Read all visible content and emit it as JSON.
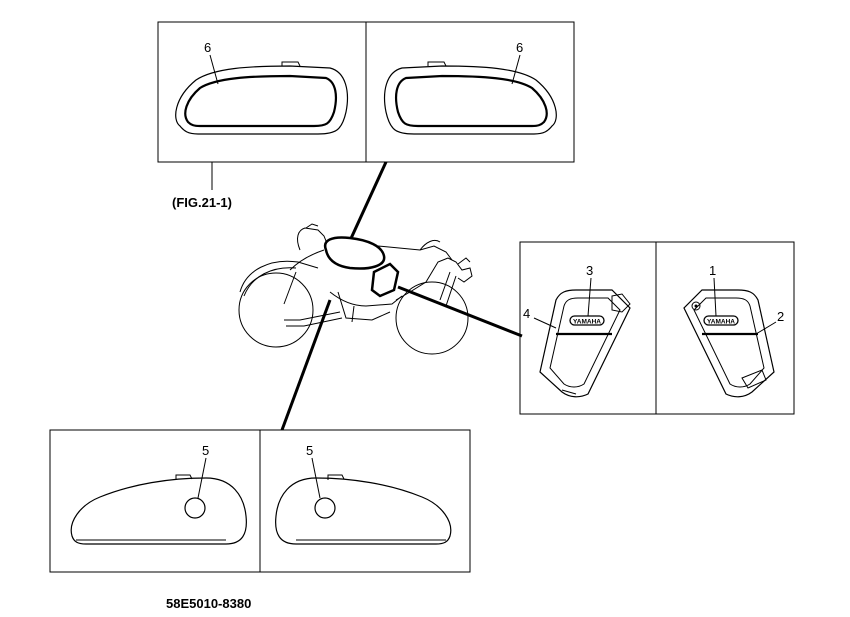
{
  "figure_ref": "(FIG.21-1)",
  "drawing_code": "58E5010-8380",
  "callouts": {
    "top_left": "6",
    "top_right": "6",
    "side_left_top": "3",
    "side_left_side": "4",
    "side_right_top": "1",
    "side_right_side": "2",
    "bottom_left": "5",
    "bottom_right": "5"
  },
  "emblem_text": {
    "left": "YAMAHA",
    "right": "YAMAHA"
  }
}
